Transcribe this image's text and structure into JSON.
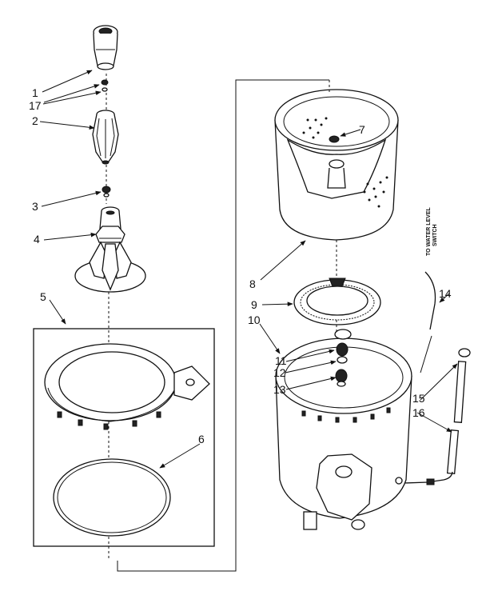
{
  "callouts": [
    "1",
    "17",
    "2",
    "3",
    "4",
    "5",
    "6",
    "7",
    "8",
    "9",
    "10",
    "11",
    "12",
    "13",
    "14",
    "15",
    "16"
  ],
  "note": {
    "line1": "TO WATER LEVEL",
    "line2": "SWITCH"
  }
}
